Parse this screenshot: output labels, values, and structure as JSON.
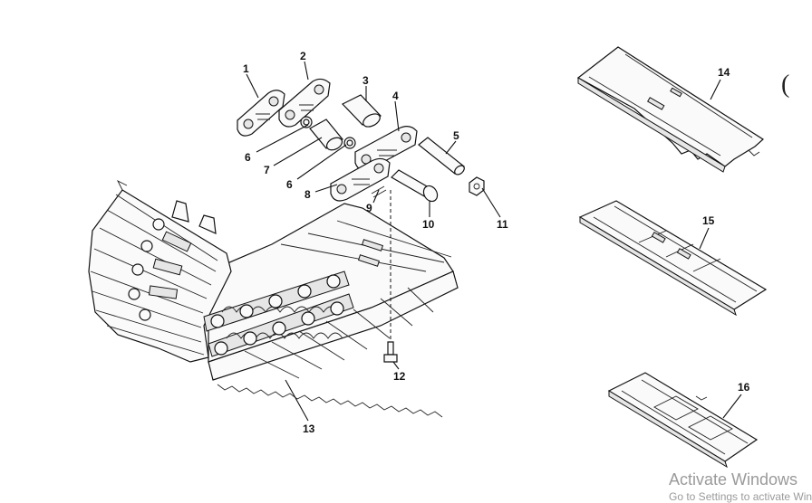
{
  "callouts": {
    "c1": "1",
    "c2": "2",
    "c3": "3",
    "c4": "4",
    "c5": "5",
    "c6a": "6",
    "c6b": "6",
    "c7": "7",
    "c8": "8",
    "c9": "9",
    "c10": "10",
    "c11": "11",
    "c12": "12",
    "c13": "13",
    "c14": "14",
    "c15": "15",
    "c16": "16"
  },
  "watermark": {
    "line1": "Activate Windows",
    "line2": "Go to Settings to activate Windows."
  },
  "edge_mark": "("
}
